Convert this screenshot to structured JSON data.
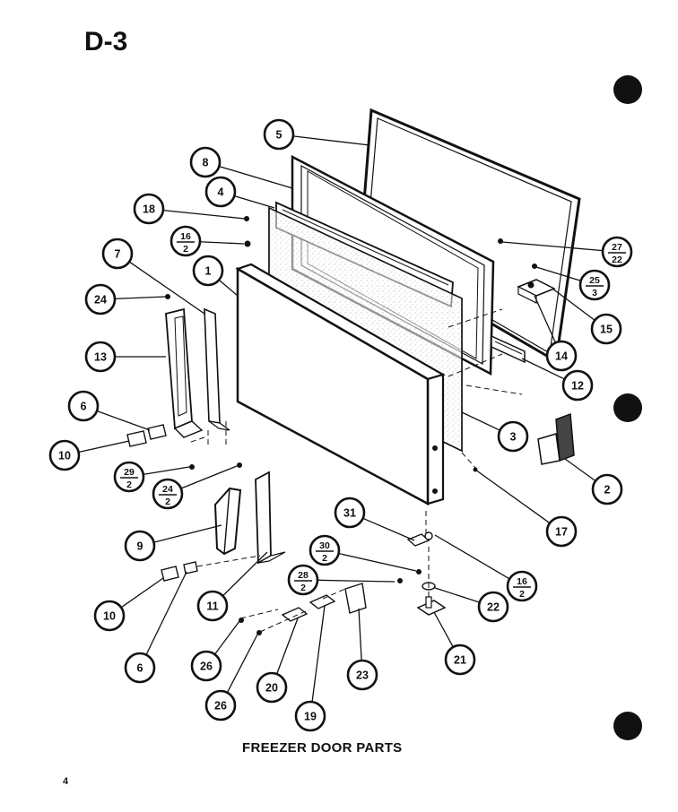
{
  "sheet_id": "D-3",
  "caption": "FREEZER DOOR PARTS",
  "page_number": "4",
  "callouts": [
    {
      "id": "c-5",
      "num": "5"
    },
    {
      "id": "c-8",
      "num": "8"
    },
    {
      "id": "c-4",
      "num": "4"
    },
    {
      "id": "c-18",
      "num": "18"
    },
    {
      "id": "c-16a",
      "num": "16",
      "qty": "2"
    },
    {
      "id": "c-7",
      "num": "7"
    },
    {
      "id": "c-1",
      "num": "1"
    },
    {
      "id": "c-24a",
      "num": "24"
    },
    {
      "id": "c-13",
      "num": "13"
    },
    {
      "id": "c-6a",
      "num": "6"
    },
    {
      "id": "c-10a",
      "num": "10"
    },
    {
      "id": "c-29",
      "num": "29",
      "qty": "2"
    },
    {
      "id": "c-24b",
      "num": "24",
      "qty": "2"
    },
    {
      "id": "c-9",
      "num": "9"
    },
    {
      "id": "c-10b",
      "num": "10"
    },
    {
      "id": "c-6b",
      "num": "6"
    },
    {
      "id": "c-11",
      "num": "11"
    },
    {
      "id": "c-26a",
      "num": "26"
    },
    {
      "id": "c-26b",
      "num": "26"
    },
    {
      "id": "c-20",
      "num": "20"
    },
    {
      "id": "c-19",
      "num": "19"
    },
    {
      "id": "c-23",
      "num": "23"
    },
    {
      "id": "c-28",
      "num": "28",
      "qty": "2"
    },
    {
      "id": "c-30",
      "num": "30",
      "qty": "2"
    },
    {
      "id": "c-31",
      "num": "31"
    },
    {
      "id": "c-21",
      "num": "21"
    },
    {
      "id": "c-22",
      "num": "22"
    },
    {
      "id": "c-16b",
      "num": "16",
      "qty": "2"
    },
    {
      "id": "c-17",
      "num": "17"
    },
    {
      "id": "c-2",
      "num": "2"
    },
    {
      "id": "c-3",
      "num": "3"
    },
    {
      "id": "c-12",
      "num": "12"
    },
    {
      "id": "c-14",
      "num": "14"
    },
    {
      "id": "c-15",
      "num": "15"
    },
    {
      "id": "c-25",
      "num": "25",
      "qty": "3"
    },
    {
      "id": "c-27",
      "num": "27",
      "qty": "22"
    }
  ]
}
